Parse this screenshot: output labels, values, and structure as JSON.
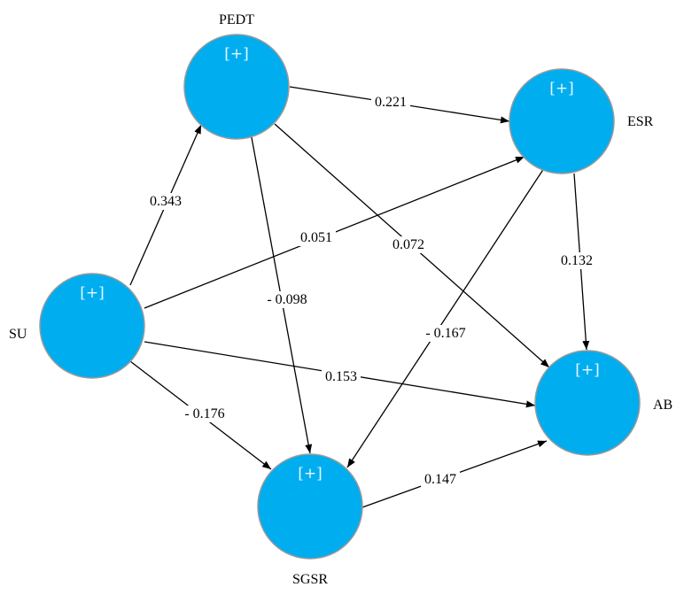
{
  "nodes": {
    "PEDT": {
      "label": "PEDT",
      "expand": "[+]"
    },
    "ESR": {
      "label": "ESR",
      "expand": "[+]"
    },
    "SU": {
      "label": "SU",
      "expand": "[+]"
    },
    "AB": {
      "label": "AB",
      "expand": "[+]"
    },
    "SGSR": {
      "label": "SGSR",
      "expand": "[+]"
    }
  },
  "edges": [
    {
      "from": "SU",
      "to": "PEDT",
      "coefficient": "0.343"
    },
    {
      "from": "PEDT",
      "to": "ESR",
      "coefficient": "0.221"
    },
    {
      "from": "SU",
      "to": "ESR",
      "coefficient": "0.051"
    },
    {
      "from": "PEDT",
      "to": "AB",
      "coefficient": "0.072"
    },
    {
      "from": "PEDT",
      "to": "SGSR",
      "coefficient": "- 0.098"
    },
    {
      "from": "ESR",
      "to": "AB",
      "coefficient": "0.132"
    },
    {
      "from": "ESR",
      "to": "SGSR",
      "coefficient": "- 0.167"
    },
    {
      "from": "SU",
      "to": "AB",
      "coefficient": "0.153"
    },
    {
      "from": "SU",
      "to": "SGSR",
      "coefficient": "- 0.176"
    },
    {
      "from": "SGSR",
      "to": "AB",
      "coefficient": "0.147"
    }
  ],
  "colors": {
    "node_fill": "#00adef",
    "node_stroke": "#9a9a9a",
    "edge": "#000000"
  }
}
